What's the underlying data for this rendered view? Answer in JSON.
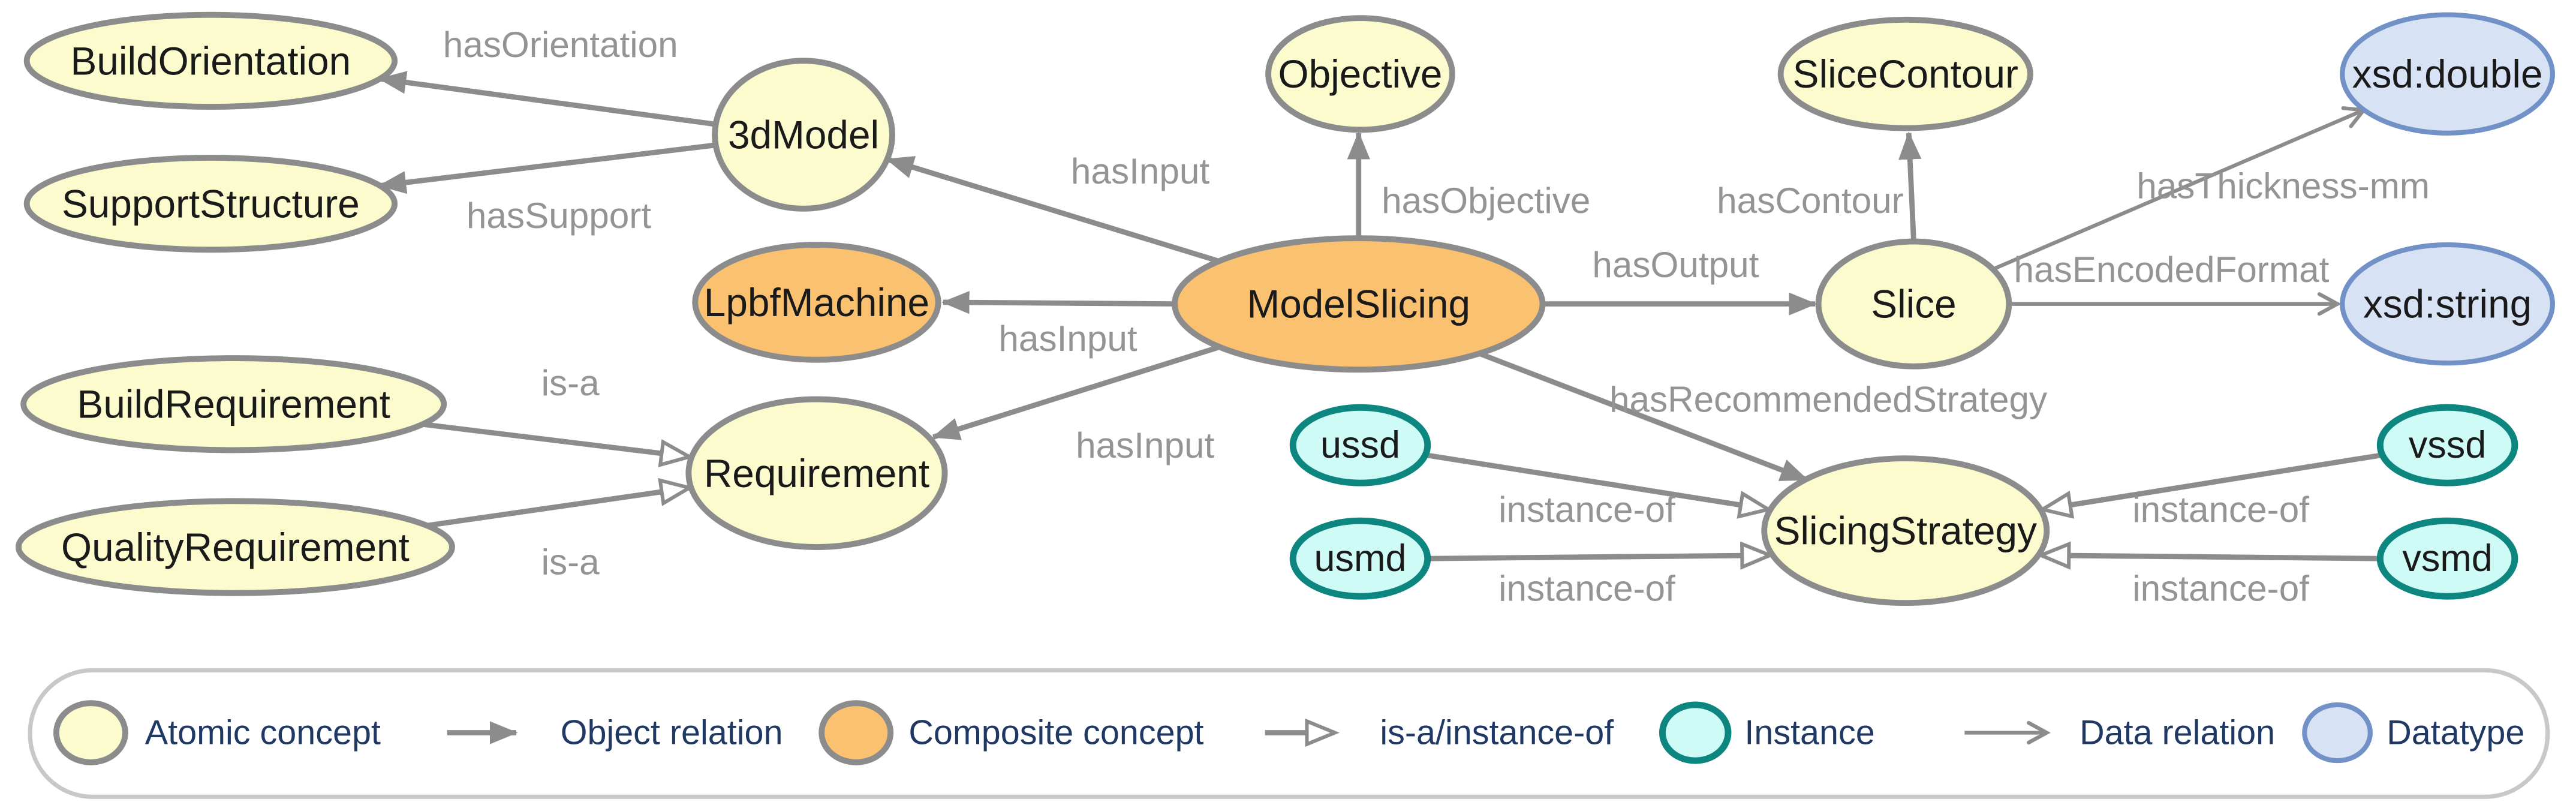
{
  "diagram": {
    "kind": "ontology-graph",
    "colors": {
      "atomic_fill": "#FBFBCE",
      "composite_fill": "#FAC171",
      "instance_fill": "#CEFBF6",
      "instance_border": "#0D8680",
      "datatype_fill": "#D7E3F5",
      "datatype_border": "#7191C7",
      "concept_border": "#8C8C8C",
      "edge": "#8C8C8C",
      "edge_label": "#949494",
      "legend_text": "#1F3864"
    },
    "nodes": {
      "build_orientation": {
        "label": "BuildOrientation",
        "type": "atomic concept"
      },
      "support_structure": {
        "label": "SupportStructure",
        "type": "atomic concept"
      },
      "three_d_model": {
        "label": "3dModel",
        "type": "atomic concept"
      },
      "lpbf_machine": {
        "label": "LpbfMachine",
        "type": "composite concept"
      },
      "model_slicing": {
        "label": "ModelSlicing",
        "type": "composite concept"
      },
      "objective": {
        "label": "Objective",
        "type": "atomic concept"
      },
      "slice_contour": {
        "label": "SliceContour",
        "type": "atomic concept"
      },
      "slice": {
        "label": "Slice",
        "type": "atomic concept"
      },
      "xsd_double": {
        "label": "xsd:double",
        "type": "datatype"
      },
      "xsd_string": {
        "label": "xsd:string",
        "type": "datatype"
      },
      "build_requirement": {
        "label": "BuildRequirement",
        "type": "atomic concept"
      },
      "quality_requirement": {
        "label": "QualityRequirement",
        "type": "atomic concept"
      },
      "requirement": {
        "label": "Requirement",
        "type": "atomic concept"
      },
      "ussd": {
        "label": "ussd",
        "type": "instance"
      },
      "usmd": {
        "label": "usmd",
        "type": "instance"
      },
      "slicing_strategy": {
        "label": "SlicingStrategy",
        "type": "atomic concept"
      },
      "vssd": {
        "label": "vssd",
        "type": "instance"
      },
      "vsmd": {
        "label": "vsmd",
        "type": "instance"
      }
    },
    "edges": {
      "has_orientation": {
        "label": "hasOrientation",
        "from": "three_d_model",
        "to": "build_orientation",
        "kind": "object"
      },
      "has_support": {
        "label": "hasSupport",
        "from": "three_d_model",
        "to": "support_structure",
        "kind": "object"
      },
      "has_input_3d_model": {
        "label": "hasInput",
        "from": "model_slicing",
        "to": "three_d_model",
        "kind": "object"
      },
      "has_objective": {
        "label": "hasObjective",
        "from": "model_slicing",
        "to": "objective",
        "kind": "object"
      },
      "has_input_lpbf_machine": {
        "label": "hasInput",
        "from": "model_slicing",
        "to": "lpbf_machine",
        "kind": "object"
      },
      "has_output": {
        "label": "hasOutput",
        "from": "model_slicing",
        "to": "slice",
        "kind": "object"
      },
      "has_contour": {
        "label": "hasContour",
        "from": "slice",
        "to": "slice_contour",
        "kind": "object"
      },
      "has_thickness_mm": {
        "label": "hasThickness-mm",
        "from": "slice",
        "to": "xsd_double",
        "kind": "data"
      },
      "has_encoded_format": {
        "label": "hasEncodedFormat",
        "from": "slice",
        "to": "xsd_string",
        "kind": "data"
      },
      "is_a_build_requirement": {
        "label": "is-a",
        "from": "build_requirement",
        "to": "requirement",
        "kind": "is-a"
      },
      "is_a_quality_requirement": {
        "label": "is-a",
        "from": "quality_requirement",
        "to": "requirement",
        "kind": "is-a"
      },
      "has_input_requirement": {
        "label": "hasInput",
        "from": "model_slicing",
        "to": "requirement",
        "kind": "object"
      },
      "has_recommended_strategy": {
        "label": "hasRecommendedStrategy",
        "from": "model_slicing",
        "to": "slicing_strategy",
        "kind": "object"
      },
      "instance_of_ussd": {
        "label": "instance-of",
        "from": "ussd",
        "to": "slicing_strategy",
        "kind": "instance-of"
      },
      "instance_of_usmd": {
        "label": "instance-of",
        "from": "usmd",
        "to": "slicing_strategy",
        "kind": "instance-of"
      },
      "instance_of_vssd": {
        "label": "instance-of",
        "from": "vssd",
        "to": "slicing_strategy",
        "kind": "instance-of"
      },
      "instance_of_vsmd": {
        "label": "instance-of",
        "from": "vsmd",
        "to": "slicing_strategy",
        "kind": "instance-of"
      }
    },
    "legend": {
      "items": [
        {
          "label": "Atomic concept",
          "swatch": "atomic-concept-ellipse"
        },
        {
          "label": "Object relation",
          "swatch": "filled-arrow"
        },
        {
          "label": "Composite concept",
          "swatch": "composite-concept-ellipse"
        },
        {
          "label": "is-a/instance-of",
          "swatch": "open-triangle-arrow"
        },
        {
          "label": "Instance",
          "swatch": "instance-ellipse"
        },
        {
          "label": "Data relation",
          "swatch": "thin-open-arrow"
        },
        {
          "label": "Datatype",
          "swatch": "datatype-ellipse"
        }
      ]
    }
  }
}
